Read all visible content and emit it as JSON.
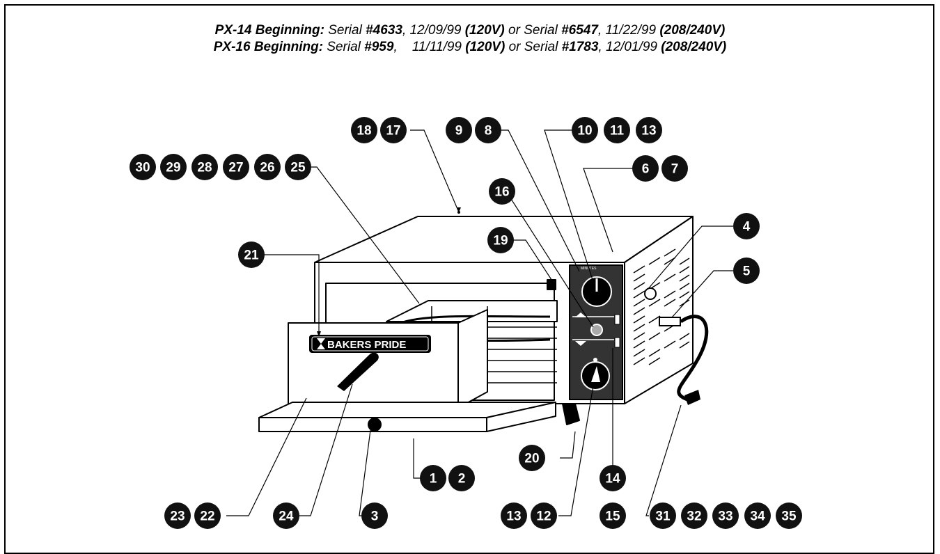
{
  "header": {
    "line1": {
      "model": "PX-14 Beginning:",
      "t1": " Serial ",
      "serial1": "#4633",
      "date1": ", 12/09/99 ",
      "volt1": "(120V)",
      "mid": " or Serial ",
      "serial2": "#6547",
      "date2": ", 11/22/99 ",
      "volt2": "(208/240V)"
    },
    "line2": {
      "model": "PX-16 Beginning:",
      "t1": " Serial ",
      "serial1": "#959",
      "date1": ",    11/11/99 ",
      "volt1": "(120V)",
      "mid": " or Serial ",
      "serial2": "#1783",
      "date2": ", 12/01/99 ",
      "volt2": "(208/240V)"
    }
  },
  "oven": {
    "brand_label": "BAKERS PRIDE",
    "timer_label": "MINUTES"
  },
  "callouts": {
    "c1": "1",
    "c2": "2",
    "c3": "3",
    "c4": "4",
    "c5": "5",
    "c6": "6",
    "c7": "7",
    "c8": "8",
    "c9": "9",
    "c10": "10",
    "c11": "11",
    "c12": "12",
    "c13": "13",
    "c14": "14",
    "c15": "15",
    "c16": "16",
    "c17": "17",
    "c18": "18",
    "c19": "19",
    "c20": "20",
    "c21": "21",
    "c22": "22",
    "c23": "23",
    "c24": "24",
    "c25": "25",
    "c26": "26",
    "c27": "27",
    "c28": "28",
    "c29": "29",
    "c30": "30",
    "c31": "31",
    "c32": "32",
    "c33": "33",
    "c34": "34",
    "c35": "35"
  }
}
